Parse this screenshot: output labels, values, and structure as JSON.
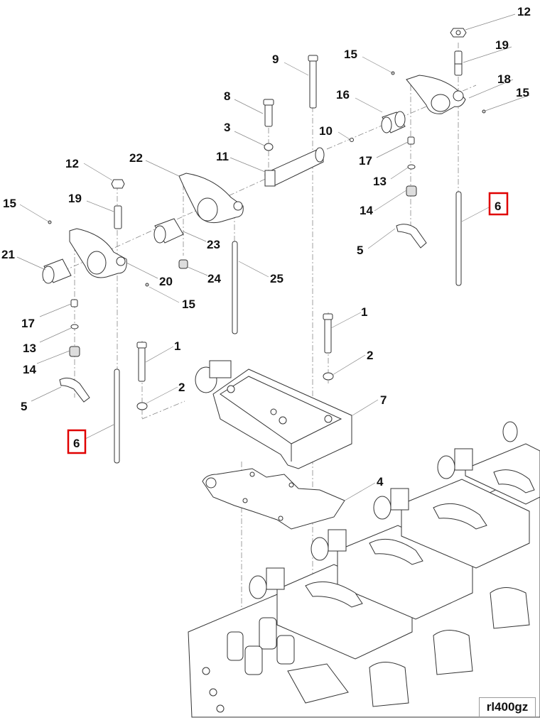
{
  "diagram": {
    "title": "Rocker arm assembly exploded view",
    "reference_code": "rl400gz",
    "highlight_color": "#e00000",
    "highlighted_part": "6",
    "callouts": [
      {
        "id": "c12a",
        "label": "12"
      },
      {
        "id": "c19a",
        "label": "19"
      },
      {
        "id": "c9",
        "label": "9"
      },
      {
        "id": "c15a",
        "label": "15"
      },
      {
        "id": "c18",
        "label": "18"
      },
      {
        "id": "c15b",
        "label": "15"
      },
      {
        "id": "c8",
        "label": "8"
      },
      {
        "id": "c16",
        "label": "16"
      },
      {
        "id": "c3",
        "label": "3"
      },
      {
        "id": "c10",
        "label": "10"
      },
      {
        "id": "c22",
        "label": "22"
      },
      {
        "id": "c11",
        "label": "11"
      },
      {
        "id": "c17a",
        "label": "17"
      },
      {
        "id": "c12b",
        "label": "12"
      },
      {
        "id": "c13a",
        "label": "13"
      },
      {
        "id": "c15c",
        "label": "15"
      },
      {
        "id": "c19b",
        "label": "19"
      },
      {
        "id": "c6a",
        "label": "6"
      },
      {
        "id": "c14a",
        "label": "14"
      },
      {
        "id": "c5a",
        "label": "5"
      },
      {
        "id": "c21",
        "label": "21"
      },
      {
        "id": "c23",
        "label": "23"
      },
      {
        "id": "c20",
        "label": "20"
      },
      {
        "id": "c24",
        "label": "24"
      },
      {
        "id": "c25",
        "label": "25"
      },
      {
        "id": "c15d",
        "label": "15"
      },
      {
        "id": "c1a",
        "label": "1"
      },
      {
        "id": "c17b",
        "label": "17"
      },
      {
        "id": "c13b",
        "label": "13"
      },
      {
        "id": "c1b",
        "label": "1"
      },
      {
        "id": "c14b",
        "label": "14"
      },
      {
        "id": "c2a",
        "label": "2"
      },
      {
        "id": "c2b",
        "label": "2"
      },
      {
        "id": "c5b",
        "label": "5"
      },
      {
        "id": "c7",
        "label": "7"
      },
      {
        "id": "c6b",
        "label": "6"
      },
      {
        "id": "c4",
        "label": "4"
      }
    ]
  }
}
